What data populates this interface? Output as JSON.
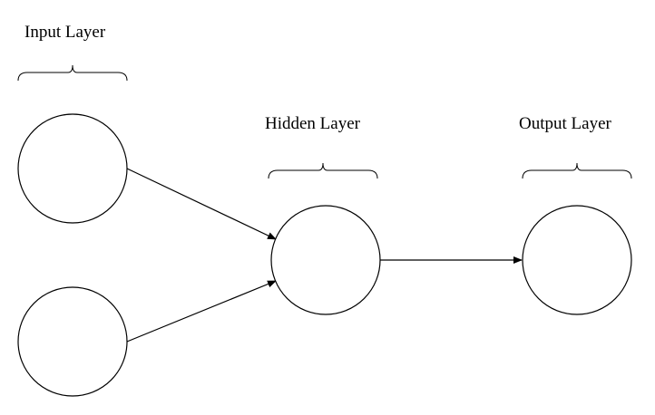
{
  "diagram": {
    "layers": [
      {
        "id": "input",
        "label": "Input Layer",
        "node_count": 2
      },
      {
        "id": "hidden",
        "label": "Hidden Layer",
        "node_count": 1
      },
      {
        "id": "output",
        "label": "Output Layer",
        "node_count": 1
      }
    ],
    "edges": [
      {
        "from": "input-node-1",
        "to": "hidden-node-1"
      },
      {
        "from": "input-node-2",
        "to": "hidden-node-1"
      },
      {
        "from": "hidden-node-1",
        "to": "output-node-1"
      }
    ],
    "colors": {
      "stroke": "#000000",
      "background": "#ffffff"
    }
  }
}
